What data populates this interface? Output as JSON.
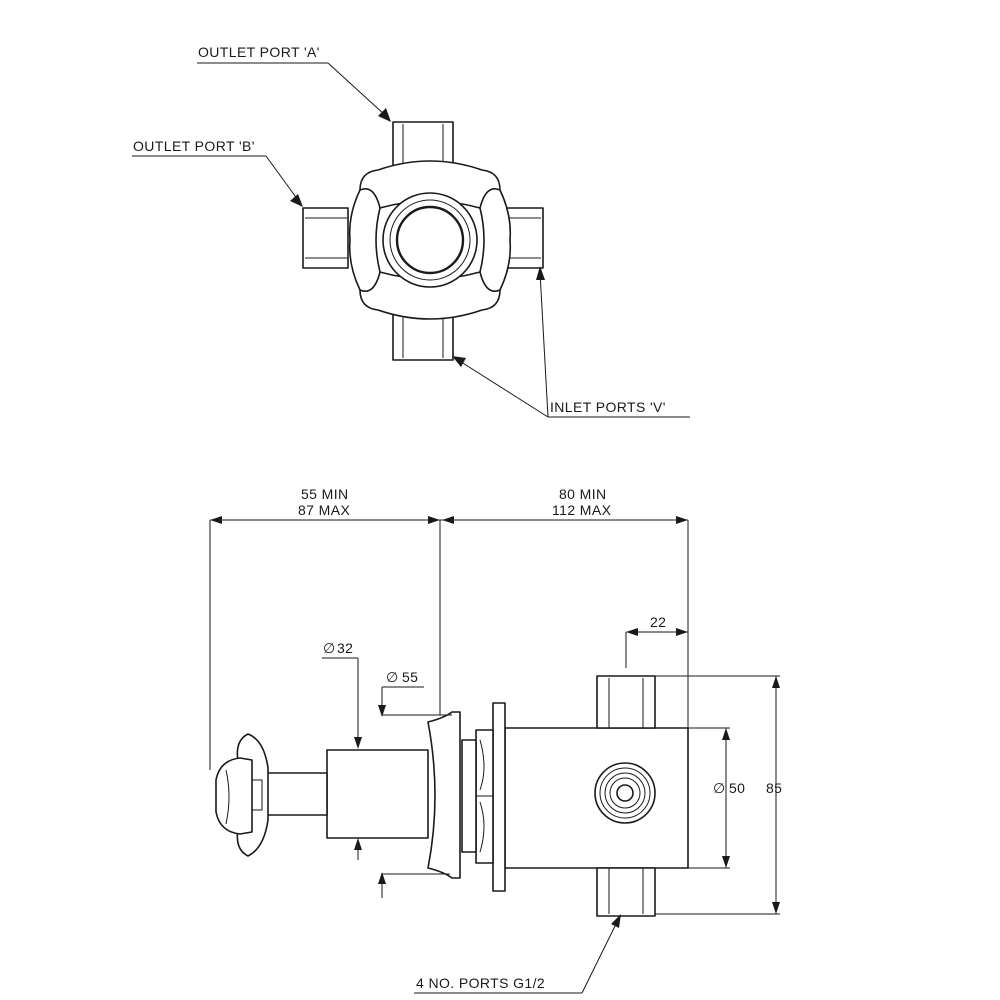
{
  "labels": {
    "outlet_a": "OUTLET PORT 'A'",
    "outlet_b": "OUTLET PORT 'B'",
    "inlet_ports": "INLET PORTS 'V'",
    "ports_note": "4 NO. PORTS G1/2"
  },
  "dimensions": {
    "left_min": "55 MIN",
    "left_max": "87 MAX",
    "right_min": "80 MIN",
    "right_max": "112 MAX",
    "port_offset": "22",
    "spindle_dia": "32",
    "flange_dia": "55",
    "body_dia": "50",
    "body_height": "85",
    "diameter_symbol": "∅"
  }
}
